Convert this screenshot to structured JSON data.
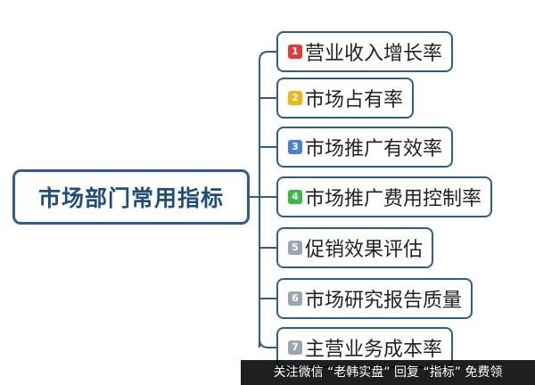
{
  "root": {
    "label": "市场部门常用指标"
  },
  "items": [
    {
      "num": "1",
      "label": "营业收入增长率",
      "badge_color": "#e03c3c"
    },
    {
      "num": "2",
      "label": "市场占有率",
      "badge_color": "#f0b418"
    },
    {
      "num": "3",
      "label": "市场推广有效率",
      "badge_color": "#4a7fd8"
    },
    {
      "num": "4",
      "label": "市场推广费用控制率",
      "badge_color": "#3cb84a"
    },
    {
      "num": "5",
      "label": "促销效果评估",
      "badge_color": "#9aa6b2"
    },
    {
      "num": "6",
      "label": "市场研究报告质量",
      "badge_color": "#9aa6b2"
    },
    {
      "num": "7",
      "label": "主营业务成本率",
      "badge_color": "#9aa6b2"
    }
  ],
  "watermark": {
    "text": "关注微信 “老韩实盘” 回复 “指标” 免费领"
  },
  "colors": {
    "border": "#2f5e8e",
    "root_text": "#1f4e7a",
    "line": "#2f5e8e"
  }
}
